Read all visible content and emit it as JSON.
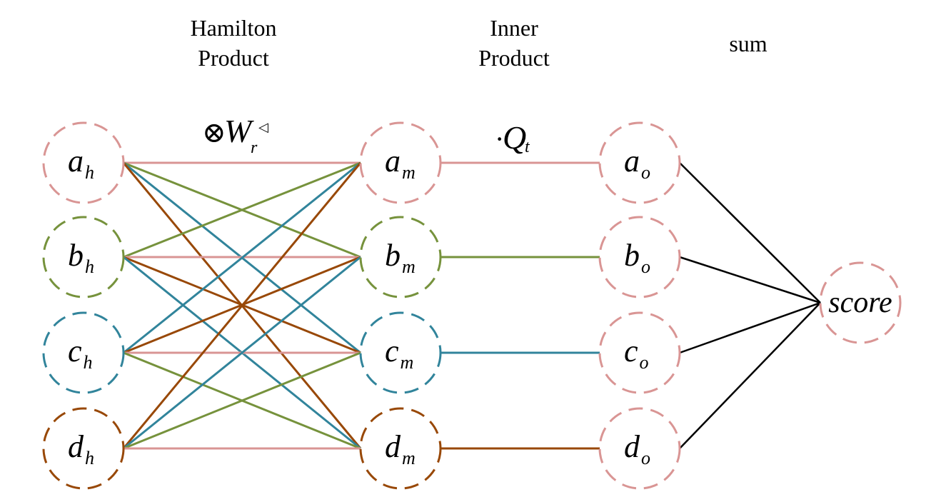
{
  "headers": {
    "hamilton": [
      "Hamilton",
      "Product"
    ],
    "inner": [
      "Inner",
      "Product"
    ],
    "sum": "sum"
  },
  "operators": {
    "hamilton": {
      "symbol": "⊗",
      "base": "W",
      "sub": "r",
      "sup": "◁"
    },
    "inner": {
      "symbol": "·",
      "base": "Q",
      "sub": "t"
    }
  },
  "columns": {
    "h": [
      {
        "id": "a_h",
        "letter": "a",
        "sub": "h",
        "color": "#d99594"
      },
      {
        "id": "b_h",
        "letter": "b",
        "sub": "h",
        "color": "#76923c"
      },
      {
        "id": "c_h",
        "letter": "c",
        "sub": "h",
        "color": "#31849b"
      },
      {
        "id": "d_h",
        "letter": "d",
        "sub": "h",
        "color": "#984807"
      }
    ],
    "m": [
      {
        "id": "a_m",
        "letter": "a",
        "sub": "m",
        "color": "#d99594"
      },
      {
        "id": "b_m",
        "letter": "b",
        "sub": "m",
        "color": "#76923c"
      },
      {
        "id": "c_m",
        "letter": "c",
        "sub": "m",
        "color": "#31849b"
      },
      {
        "id": "d_m",
        "letter": "d",
        "sub": "m",
        "color": "#984807"
      }
    ],
    "o": [
      {
        "id": "a_o",
        "letter": "a",
        "sub": "o",
        "color": "#d99594"
      },
      {
        "id": "b_o",
        "letter": "b",
        "sub": "o",
        "color": "#d99594"
      },
      {
        "id": "c_o",
        "letter": "c",
        "sub": "o",
        "color": "#d99594"
      },
      {
        "id": "d_o",
        "letter": "d",
        "sub": "o",
        "color": "#d99594"
      }
    ]
  },
  "score": {
    "label": "score",
    "color": "#d99594"
  },
  "colors": {
    "pink": "#d99594",
    "green": "#76923c",
    "teal": "#31849b",
    "brown": "#984807",
    "sum_line": "#000000"
  },
  "hamilton_edges": [
    {
      "from": 0,
      "to": 0,
      "color": "#d99594"
    },
    {
      "from": 0,
      "to": 1,
      "color": "#76923c"
    },
    {
      "from": 0,
      "to": 2,
      "color": "#31849b"
    },
    {
      "from": 0,
      "to": 3,
      "color": "#984807"
    },
    {
      "from": 1,
      "to": 0,
      "color": "#76923c"
    },
    {
      "from": 1,
      "to": 1,
      "color": "#d99594"
    },
    {
      "from": 1,
      "to": 2,
      "color": "#984807"
    },
    {
      "from": 1,
      "to": 3,
      "color": "#31849b"
    },
    {
      "from": 2,
      "to": 0,
      "color": "#31849b"
    },
    {
      "from": 2,
      "to": 1,
      "color": "#984807"
    },
    {
      "from": 2,
      "to": 2,
      "color": "#d99594"
    },
    {
      "from": 2,
      "to": 3,
      "color": "#76923c"
    },
    {
      "from": 3,
      "to": 0,
      "color": "#984807"
    },
    {
      "from": 3,
      "to": 1,
      "color": "#31849b"
    },
    {
      "from": 3,
      "to": 2,
      "color": "#76923c"
    },
    {
      "from": 3,
      "to": 3,
      "color": "#d99594"
    }
  ],
  "inner_edges": [
    {
      "row": 0,
      "color": "#d99594"
    },
    {
      "row": 1,
      "color": "#76923c"
    },
    {
      "row": 2,
      "color": "#31849b"
    },
    {
      "row": 3,
      "color": "#984807"
    }
  ]
}
